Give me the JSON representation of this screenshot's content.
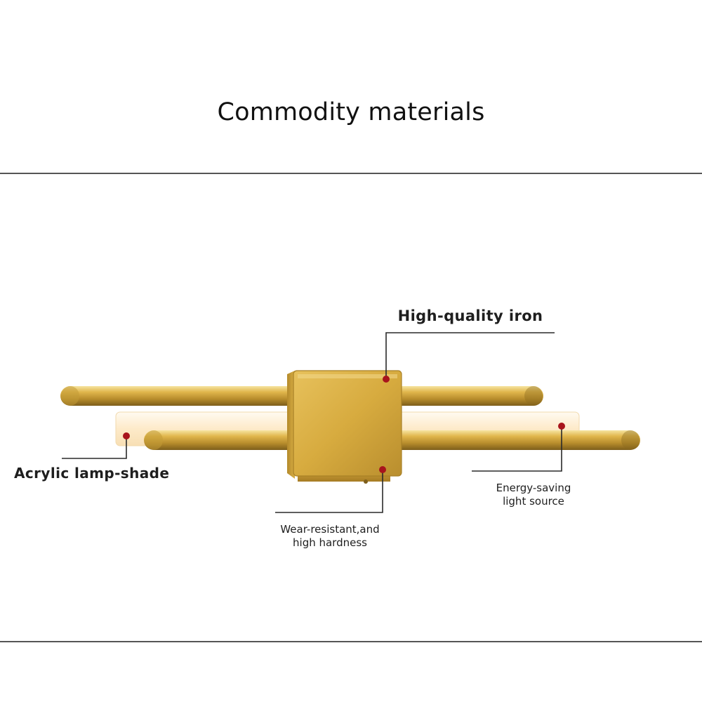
{
  "header": {
    "title": "Commodity materials"
  },
  "callouts": {
    "iron": "High-quality iron",
    "acrylic": "Acrylic lamp-shade",
    "energy": {
      "line1": "Energy-saving",
      "line2": "light source"
    },
    "wear": {
      "line1": "Wear-resistant,and",
      "line2": "high hardness"
    }
  },
  "colors": {
    "divider": "#555555",
    "callout_line": "#2a2a2a",
    "callout_dot": "#a8141c",
    "brass": "#d2a53a",
    "brass_dark": "#8a6a1e",
    "brass_light": "#f4dd8e"
  }
}
